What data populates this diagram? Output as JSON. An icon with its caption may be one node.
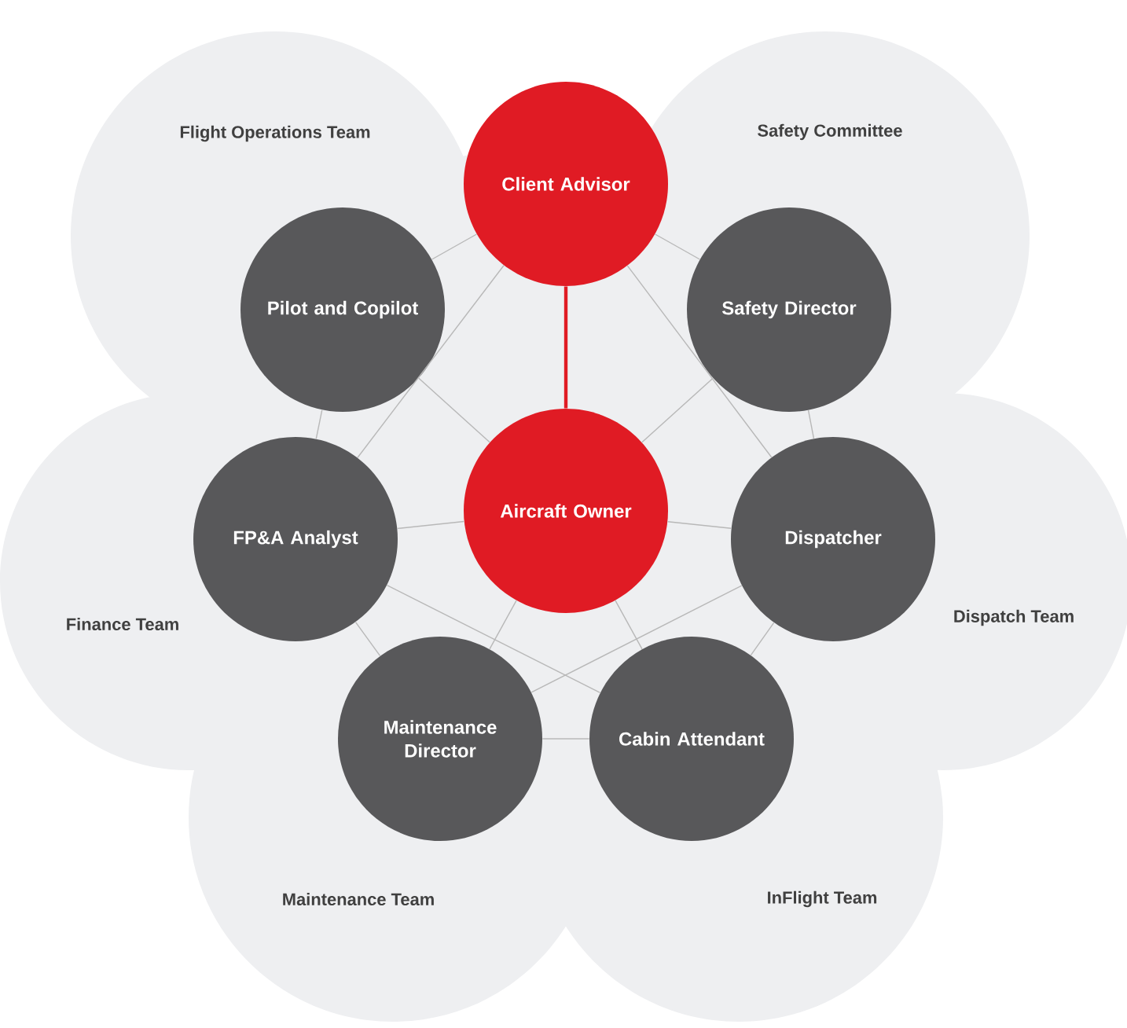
{
  "diagram": {
    "nodes": [
      {
        "text": [
          "Client Advisor"
        ]
      },
      {
        "text": [
          "Pilot and Copilot"
        ]
      },
      {
        "text": [
          "Safety Director"
        ]
      },
      {
        "text": [
          "FP&A Analyst"
        ]
      },
      {
        "text": [
          "Aircraft Owner"
        ]
      },
      {
        "text": [
          "Dispatcher"
        ]
      },
      {
        "text": [
          "Maintenance Director"
        ]
      },
      {
        "text": [
          "Cabin Attendant"
        ]
      }
    ],
    "edges": [
      {
        "from": 0,
        "to": 4,
        "arrow": "none",
        "style": "thick",
        "color": "#e01b24"
      },
      {
        "from": 1,
        "to": 4,
        "arrow": "none"
      },
      {
        "from": 2,
        "to": 4,
        "arrow": "none"
      },
      {
        "from": 3,
        "to": 4,
        "arrow": "none"
      },
      {
        "from": 5,
        "to": 4,
        "arrow": "none"
      },
      {
        "from": 6,
        "to": 4,
        "arrow": "none"
      },
      {
        "from": 7,
        "to": 4,
        "arrow": "none"
      },
      {
        "from": 0,
        "to": 1,
        "arrow": "none"
      },
      {
        "from": 0,
        "to": 2,
        "arrow": "none"
      },
      {
        "from": 1,
        "to": 3,
        "arrow": "none"
      },
      {
        "from": 2,
        "to": 5,
        "arrow": "none"
      },
      {
        "from": 3,
        "to": 6,
        "arrow": "none"
      },
      {
        "from": 5,
        "to": 7,
        "arrow": "none"
      },
      {
        "from": 6,
        "to": 7,
        "arrow": "none"
      },
      {
        "from": 0,
        "to": 3,
        "arrow": "none"
      },
      {
        "from": 0,
        "to": 5,
        "arrow": "none"
      },
      {
        "from": 3,
        "to": 7,
        "arrow": "none"
      },
      {
        "from": 5,
        "to": 6,
        "arrow": "none"
      }
    ],
    "labels": [
      "Flight Operations Team",
      "Safety Committee",
      "Finance Team",
      "Dispatch Team",
      "Maintenance Team",
      "InFlight Team"
    ]
  }
}
